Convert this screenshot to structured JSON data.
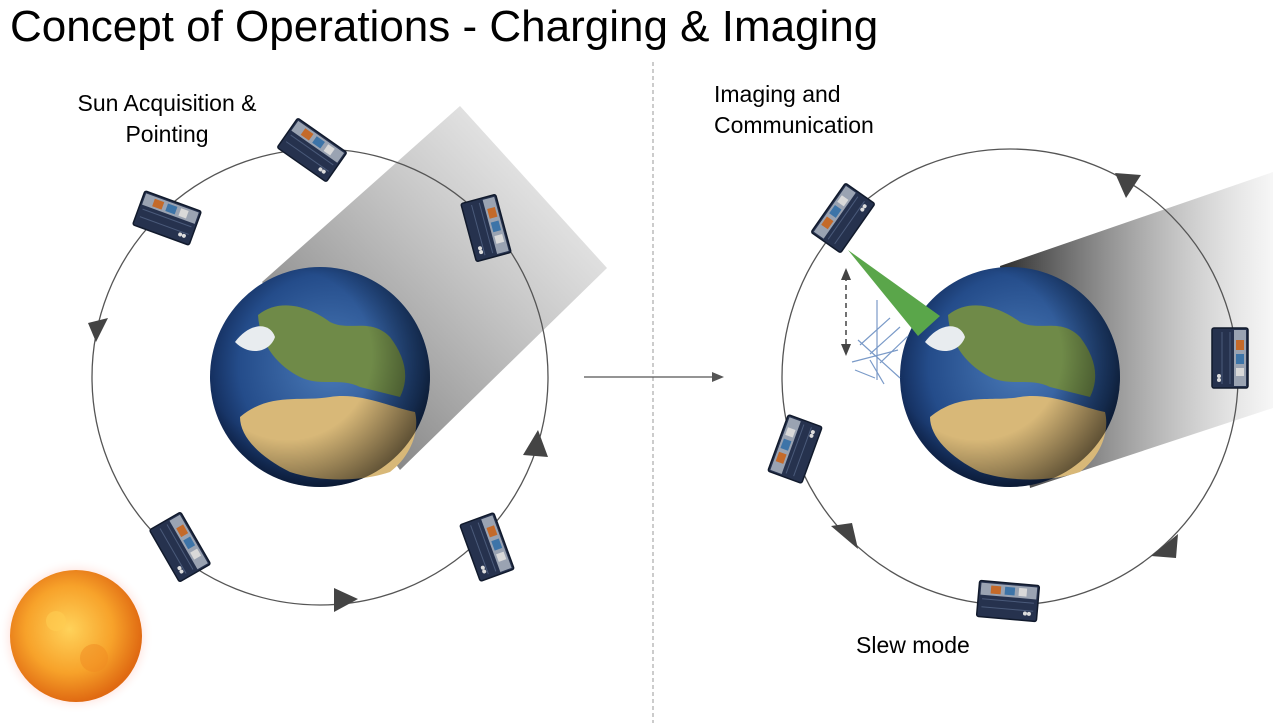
{
  "title": "Concept of Operations - Charging & Imaging",
  "labels": {
    "sun_acquisition": "Sun Acquisition & Pointing",
    "imaging_communication": "Imaging and Communication",
    "slew_mode": "Slew mode"
  },
  "colors": {
    "orbit_line": "#555555",
    "arrow_fill": "#444444",
    "beam_green": "#5aa64a",
    "ocean": "#2a5a9c",
    "land_desert": "#d8b878",
    "land_green": "#6f8a48",
    "sun_core": "#f7a72a",
    "satellite_body": "#24304a",
    "separator": "#999999"
  },
  "icons": [
    "earth-icon",
    "sun-icon",
    "satellite-icon",
    "antenna-icon",
    "orbit-arrow-icon"
  ]
}
